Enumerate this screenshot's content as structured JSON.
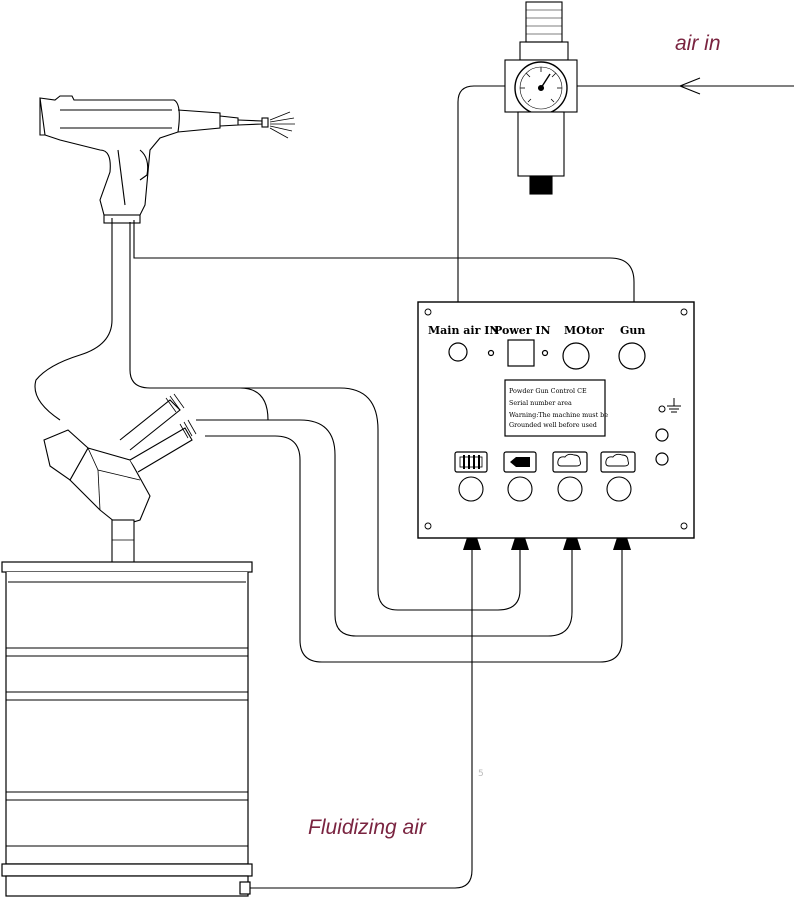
{
  "labels": {
    "air_in": "air in",
    "fluidizing_air": "Fluidizing air",
    "faint_mark": "5"
  },
  "panel": {
    "ports": {
      "main_air_in": "Main air IN",
      "power_in": "Power IN",
      "motor": "MOtor",
      "gun": "Gun"
    },
    "screen": {
      "line1": "Powder Gun Control   CE",
      "line2": "Serial number area",
      "line3": "Warning:The machine must be",
      "line4": "Grounded well before used"
    }
  },
  "colors": {
    "label": "#7a2440",
    "line": "#000000"
  },
  "icons": {
    "ground": "ground-icon",
    "air_valve_1": "valve-grid-icon",
    "air_valve_2": "arrow-left-icon",
    "air_valve_3": "cloud-icon",
    "air_valve_4": "cloud-icon"
  }
}
